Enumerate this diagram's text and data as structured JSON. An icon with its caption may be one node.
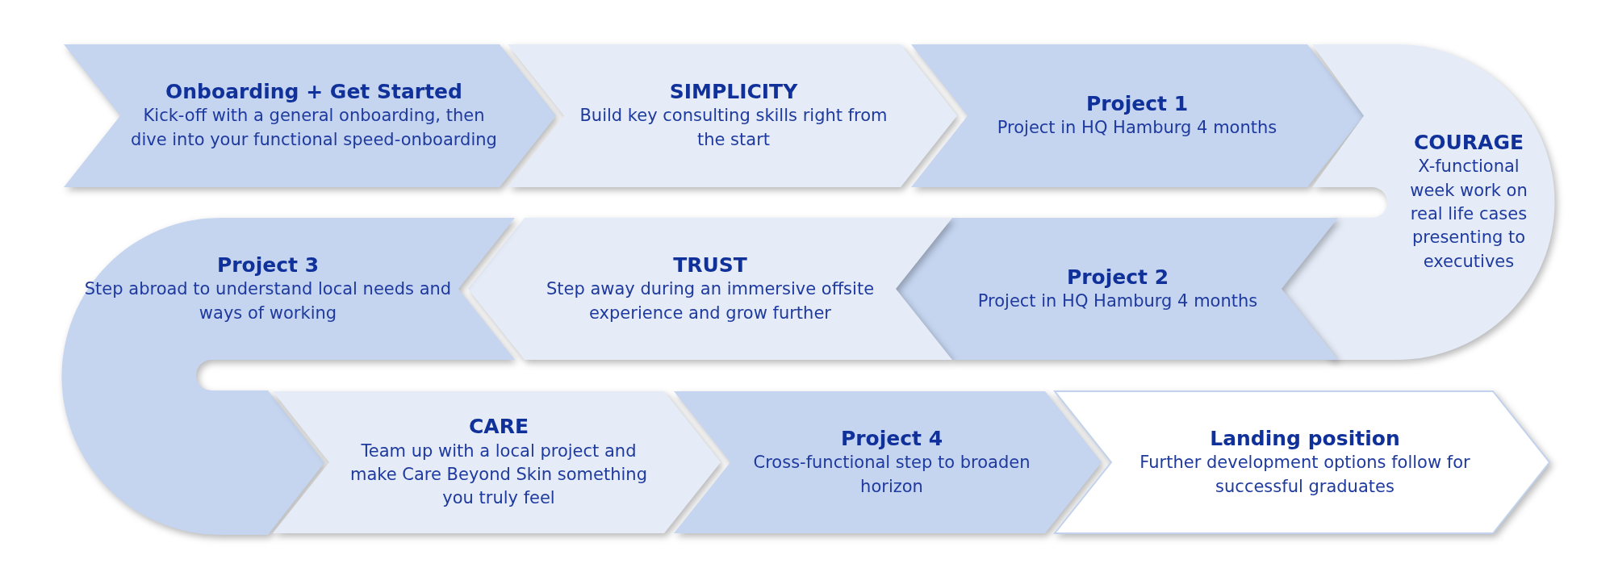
{
  "diagram": {
    "nodes": [
      {
        "text": [
          "Onboarding + Get Started",
          "Kick-off with a general onboarding, then dive into your functional speed-onboarding"
        ]
      },
      {
        "text": [
          "SIMPLICITY",
          "Build key consulting skills right from the start"
        ]
      },
      {
        "text": [
          "Project 1",
          "Project in HQ Hamburg 4 months"
        ]
      },
      {
        "text": [
          "COURAGE",
          "X-functional week work on real life cases presenting to executives"
        ]
      },
      {
        "text": [
          "Project 2",
          "Project in HQ Hamburg 4 months"
        ]
      },
      {
        "text": [
          "TRUST",
          "Step away during an immersive offsite experience and grow further"
        ]
      },
      {
        "text": [
          "Project 3",
          "Step abroad to understand local needs and ways of working"
        ]
      },
      {
        "text": [
          "CARE",
          "Team up with a local project and make Care Beyond Skin something you truly feel"
        ]
      },
      {
        "text": [
          "Project 4",
          "Cross-functional step to broaden horizon"
        ]
      },
      {
        "text": [
          "Landing position",
          "Further development options follow for successful graduates"
        ]
      }
    ]
  }
}
